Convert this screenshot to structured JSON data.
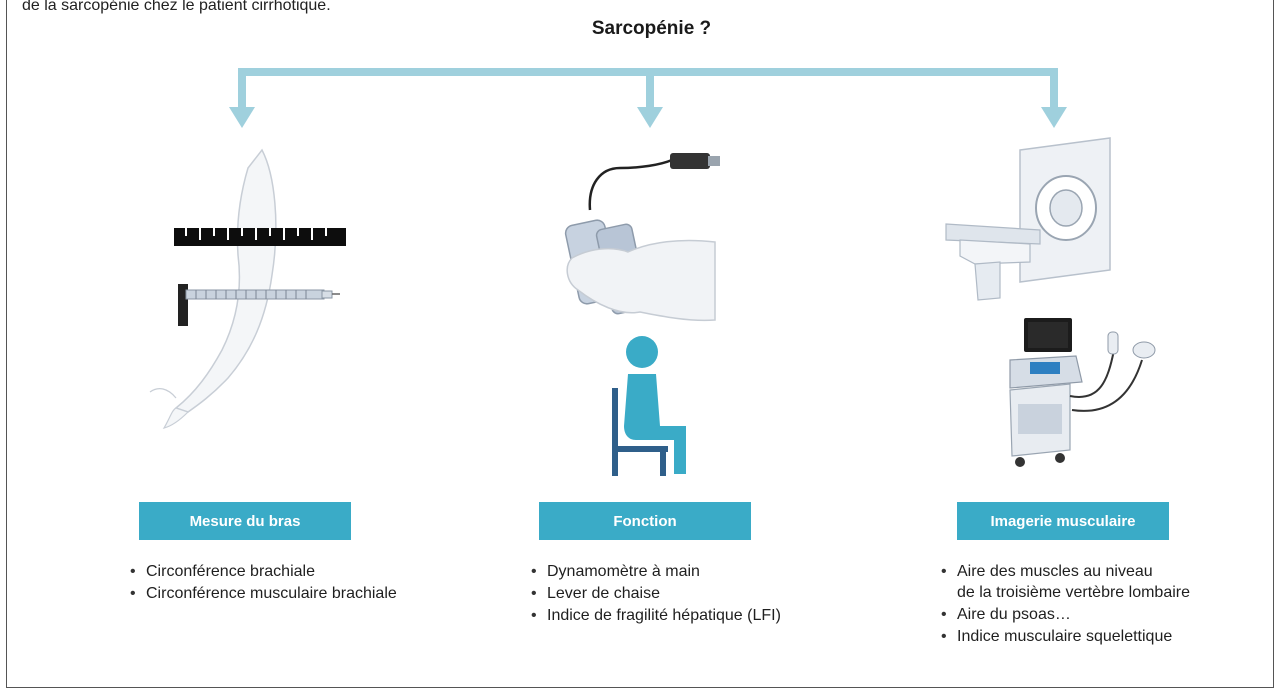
{
  "caption": {
    "line1": "",
    "line2": "de la sarcopénie chez le patient cirrhotique."
  },
  "title": "Sarcopénie ?",
  "colors": {
    "arrow": "#9fd0dd",
    "box": "#3aabc7"
  },
  "columns": [
    {
      "heading": "Mesure du bras",
      "illustration": "arm-measurement-illustration",
      "items": [
        {
          "line1": "Circonférence brachiale",
          "line2": ""
        },
        {
          "line1": "Circonférence musculaire brachiale",
          "line2": ""
        }
      ]
    },
    {
      "heading": "Fonction",
      "illustration": "hand-dynamometer-and-chair-illustration",
      "items": [
        {
          "line1": "Dynamomètre à main",
          "line2": ""
        },
        {
          "line1": "Lever de chaise",
          "line2": ""
        },
        {
          "line1": "Indice de fragilité hépatique (LFI)",
          "line2": ""
        }
      ]
    },
    {
      "heading": "Imagerie musculaire",
      "illustration": "ct-scanner-and-ultrasound-illustration",
      "items": [
        {
          "line1": "Aire des muscles au niveau",
          "line2": "de la troisième vertèbre lombaire"
        },
        {
          "line1": "Aire du psoas…",
          "line2": ""
        },
        {
          "line1": "Indice musculaire squelettique",
          "line2": ""
        }
      ]
    }
  ]
}
